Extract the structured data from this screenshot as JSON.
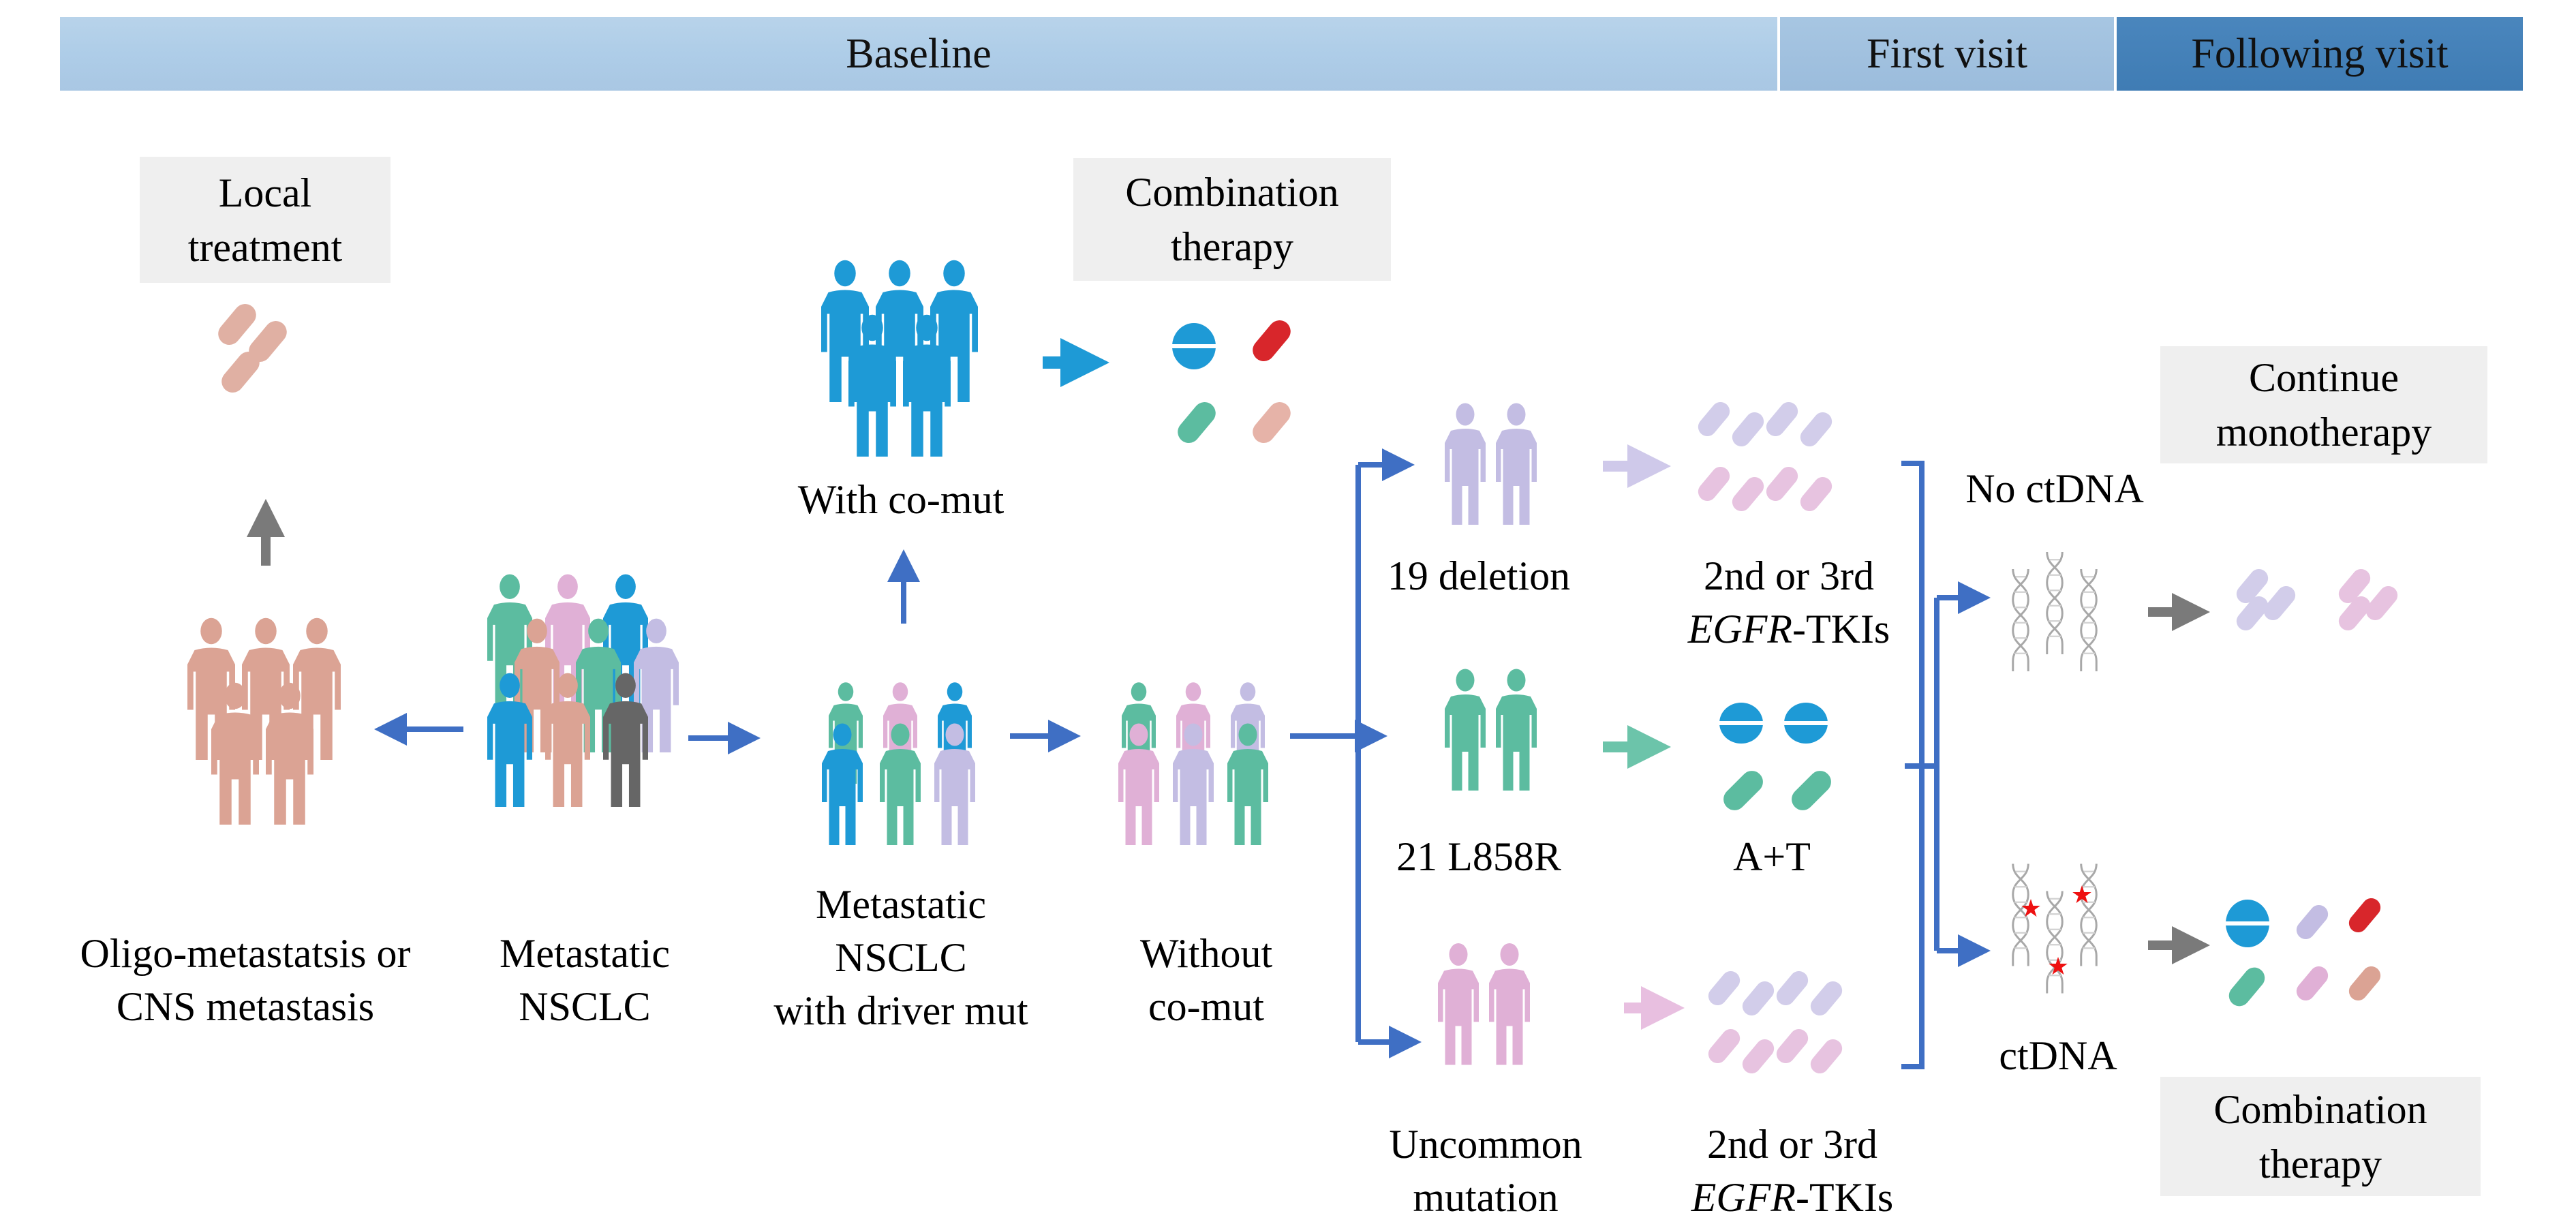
{
  "phases": {
    "baseline": "Baseline",
    "first_visit": "First visit",
    "following_visit": "Following visit"
  },
  "boxes": {
    "local_treatment": [
      "Local",
      "treatment"
    ],
    "combination_top": [
      "Combination",
      "therapy"
    ],
    "continue_mono": [
      "Continue",
      "monotherapy"
    ],
    "combination_bottom": [
      "Combination",
      "therapy"
    ]
  },
  "nodes": {
    "oligo": [
      "Oligo-metastatsis or",
      "CNS metastasis"
    ],
    "metastatic_nsclc": [
      "Metastatic",
      "NSCLC"
    ],
    "driver_mut": [
      "Metastatic",
      "NSCLC",
      "with driver mut"
    ],
    "with_comut": "With co-mut",
    "without_comut": [
      "Without",
      "co-mut"
    ],
    "del19": "19 deletion",
    "l858r": "21 L858R",
    "uncommon": [
      "Uncommon",
      "mutation"
    ],
    "tki_top": {
      "line1": "2nd or 3rd",
      "gene": "EGFR",
      "suffix": "-TKIs"
    },
    "a_plus_t": "A+T",
    "tki_bottom": {
      "line1": "2nd or 3rd",
      "gene": "EGFR",
      "suffix": "-TKIs"
    },
    "no_ctdna": "No ctDNA",
    "ctdna": "ctDNA"
  },
  "colors": {
    "arrow_blue": "#3f6fc4",
    "arrow_gray": "#7a7a7a",
    "blue": "#1e9ad6",
    "green": "#5cbca0",
    "pink": "#e0b0d6",
    "lavender": "#c3bde3",
    "salmon": "#dba394",
    "dark": "#666666",
    "red": "#d8262b",
    "star": "#ee1111"
  }
}
